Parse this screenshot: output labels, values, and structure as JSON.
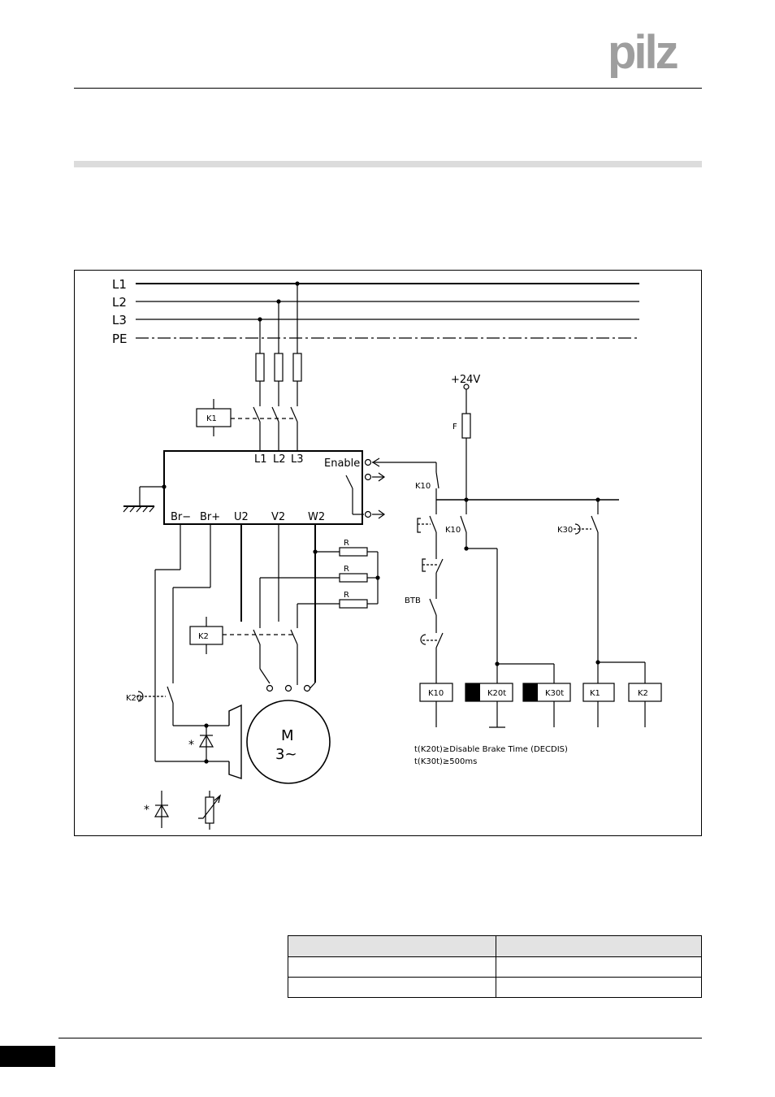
{
  "brand": {
    "name": "pilz",
    "color": "#9e9e9e"
  },
  "diagram": {
    "lines": [
      "L1",
      "L2",
      "L3",
      "PE"
    ],
    "supply": "+24V",
    "fuse": "F",
    "drive_top_terminals": [
      "L1",
      "L2",
      "L3"
    ],
    "enable": "Enable",
    "drive_bottom_terminals": [
      "Br−",
      "Br+",
      "U2",
      "V2",
      "W2"
    ],
    "resistor": "R",
    "motor": {
      "symbol": "M",
      "phase": "3~"
    },
    "contactors": [
      "K1",
      "K2",
      "K10",
      "K20",
      "K30",
      "BTB"
    ],
    "coils": [
      "K10",
      "K20t",
      "K30t",
      "K1",
      "K2"
    ],
    "notes": [
      "t(K20t)≥Disable Brake Time (DECDIS)",
      "t(K30t)≥500ms"
    ],
    "diode_marker": "*"
  },
  "table": {
    "rows": [
      [
        "",
        ""
      ],
      [
        "",
        ""
      ],
      [
        "",
        ""
      ]
    ]
  }
}
